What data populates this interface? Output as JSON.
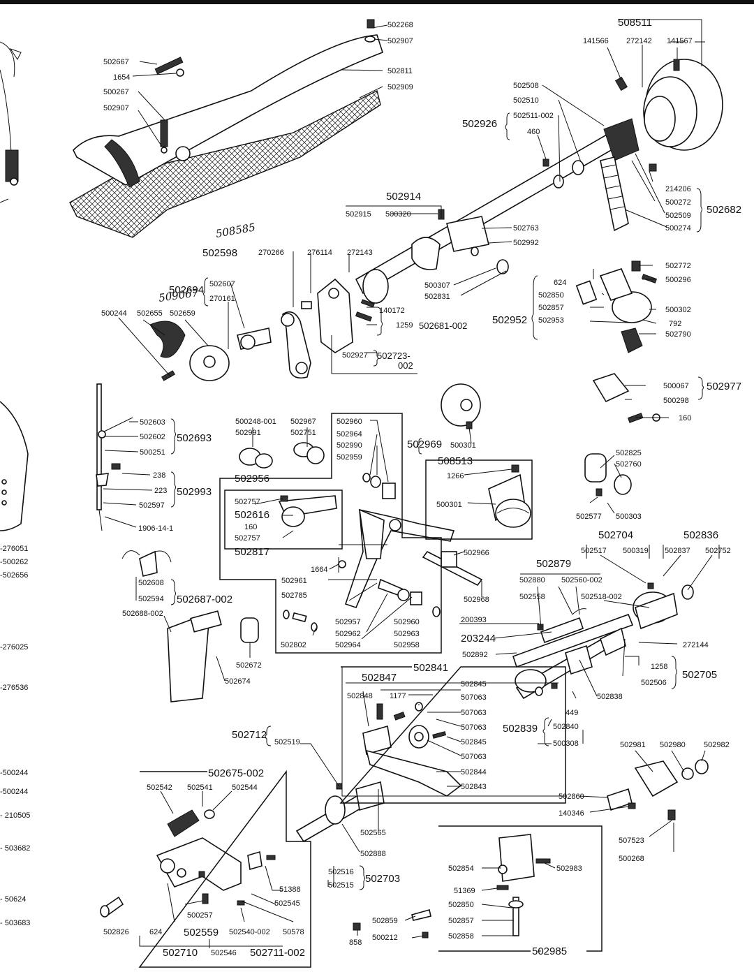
{
  "labels": {
    "l_502268": "502268",
    "l_502907a": "502907",
    "l_502667": "502667",
    "l_1654": "1654",
    "l_500267": "500267",
    "l_502907b": "502907",
    "l_502811": "502811",
    "l_502909": "502909",
    "l_508511": "508511",
    "l_141566": "141566",
    "l_272142": "272142",
    "l_141567": "141567",
    "l_502508": "502508",
    "l_502510": "502510",
    "l_502926": "502926",
    "l_502511_002": "502511-002",
    "l_460": "460",
    "l_214206": "214206",
    "l_500272": "500272",
    "l_502509": "502509",
    "l_502682": "502682",
    "l_500274": "500274",
    "l_502914": "502914",
    "l_502915": "502915",
    "l_500320": "500320",
    "l_502763": "502763",
    "l_502992": "502992",
    "l_500307": "500307",
    "l_502831": "502831",
    "l_508585_hand": "508585",
    "l_502598": "502598",
    "l_270266": "270266",
    "l_276114": "276114",
    "l_272143": "272143",
    "l_140172": "140172",
    "l_1259": "1259",
    "l_502681_002": "502681-002",
    "l_502927": "502927",
    "l_502723": "502723-",
    "l_502723b": "002",
    "l_509067_hand": "509067",
    "l_502694": "502694",
    "l_502607": "502607",
    "l_270161": "270161",
    "l_500244": "500244",
    "l_502655": "502655",
    "l_502659": "502659",
    "l_502772": "502772",
    "l_624a": "624",
    "l_500296": "500296",
    "l_502850a": "502850",
    "l_502857a": "502857",
    "l_500302": "500302",
    "l_502952": "502952",
    "l_502953": "502953",
    "l_792": "792",
    "l_502790": "502790",
    "l_500067": "500067",
    "l_502977": "502977",
    "l_500298": "500298",
    "l_160a": "160",
    "l_502603": "502603",
    "l_502602": "502602",
    "l_502693": "502693",
    "l_500251": "500251",
    "l_238": "238",
    "l_223": "223",
    "l_502993": "502993",
    "l_502597": "502597",
    "l_1906_14_1": "1906-14-1",
    "l_500248_001": "500248-001",
    "l_502991": "502991",
    "l_502967": "502967",
    "l_502751": "502751",
    "l_502960a": "502960",
    "l_502964a": "502964",
    "l_502990": "502990",
    "l_502959": "502959",
    "l_502969": "502969",
    "l_500301a": "500301",
    "l_508513": "508513",
    "l_1266": "1266",
    "l_500301b": "500301",
    "l_502825": "502825",
    "l_502760": "502760",
    "l_502577": "502577",
    "l_500303": "500303",
    "l_502956": "502956",
    "l_502757a": "502757",
    "l_502616": "502616",
    "l_160b": "160",
    "l_502757b": "502757",
    "l_502817": "502817",
    "l_1664": "1664",
    "l_502961": "502961",
    "l_502785": "502785",
    "l_502966": "502966",
    "l_502968": "502968",
    "l_502957": "502957",
    "l_502962": "502962",
    "l_502964b": "502964",
    "l_502960b": "502960",
    "l_502963": "502963",
    "l_502958": "502958",
    "l_502802": "502802",
    "l_502704": "502704",
    "l_502836": "502836",
    "l_502517": "502517",
    "l_500319": "500319",
    "l_502837": "502837",
    "l_502752": "502752",
    "l_502879": "502879",
    "l_502880": "502880",
    "l_502560_002": "502560-002",
    "l_502558": "502558",
    "l_502518_002": "502518-002",
    "l_200393": "200393",
    "l_203244": "203244",
    "l_502892": "502892",
    "l_272144": "272144",
    "l_1258": "1258",
    "l_502506": "502506",
    "l_502705": "502705",
    "l_276051": "-276051",
    "l_500262": "-500262",
    "l_502656": "-502656",
    "l_502608": "502608",
    "l_502594": "502594",
    "l_502687_002": "502687-002",
    "l_502688_002": "502688-002",
    "l_502672": "502672",
    "l_502674": "502674",
    "l_276025": "-276025",
    "l_276536": "-276536",
    "l_502841": "502841",
    "l_502847": "502847",
    "l_502845a": "502845",
    "l_502848": "502848",
    "l_1177": "1177",
    "l_507063a": "507063",
    "l_507063b": "507063",
    "l_507063c": "507063",
    "l_502845b": "502845",
    "l_507063d": "507063",
    "l_502844": "502844",
    "l_502843": "502843",
    "l_502712": "502712",
    "l_502519": "502519",
    "l_502839": "502839",
    "l_502840": "502840",
    "l_500308": "500308",
    "l_449": "449",
    "l_502838": "502838",
    "l_502981": "502981",
    "l_502980": "502980",
    "l_502982": "502982",
    "l_502860": "502860",
    "l_140346": "140346",
    "l_507523": "507523",
    "l_500268": "500268",
    "l_500244b": "-500244",
    "l_500244c": "-500244",
    "l_210505": "- 210505",
    "l_503682": "- 503682",
    "l_50624": "- 50624",
    "l_503683": "- 503683",
    "l_502675_002": "502675-002",
    "l_502542": "502542",
    "l_502541": "502541",
    "l_502544": "502544",
    "l_502565": "502565",
    "l_502888": "502888",
    "l_502516": "502516",
    "l_502515": "502515",
    "l_502703": "502703",
    "l_51388": "51388",
    "l_502545": "502545",
    "l_502257": "500257",
    "l_624b": "624",
    "l_502559": "502559",
    "l_502540_002": "502540-002",
    "l_50578": "50578",
    "l_502710": "502710",
    "l_502546": "502546",
    "l_502711_002": "502711-002",
    "l_502826": "502826",
    "l_502859": "502859",
    "l_500212": "500212",
    "l_858": "858",
    "l_502854": "502854",
    "l_502983": "502983",
    "l_51369": "51369",
    "l_502850b": "502850",
    "l_502857b": "502857",
    "l_502858": "502858",
    "l_502985": "502985"
  }
}
